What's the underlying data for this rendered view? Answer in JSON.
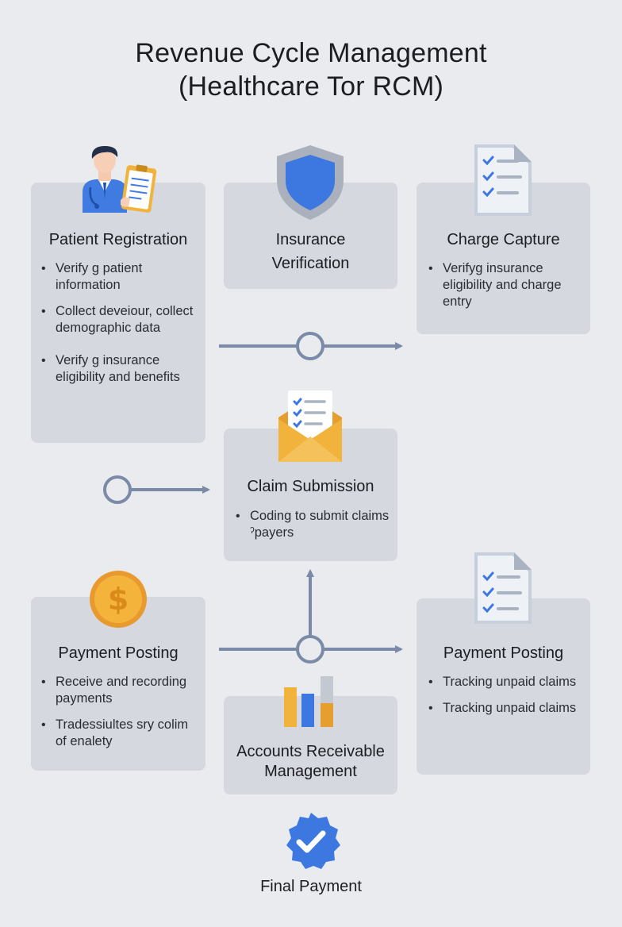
{
  "title_line1": "Revenue Cycle Management",
  "title_line2": "(Healthcare Tor RCM)",
  "steps": {
    "patient_registration": {
      "title": "Patient Registration",
      "bullets": [
        "Verify g patient information",
        "Collect deveiour, collect demographic data",
        "Verify g insurance eligibility and benefits"
      ]
    },
    "insurance_verification": {
      "title_line1": "Insurance",
      "title_line2": "Verification"
    },
    "charge_capture": {
      "title": "Charge Capture",
      "bullets": [
        "Verifyg insurance eligibility and charge entry"
      ]
    },
    "claim_submission": {
      "title": "Claim Submission",
      "bullets": [
        "Coding to submit claims ˀpayers"
      ]
    },
    "payment_posting_left": {
      "title": "Payment Posting",
      "bullets": [
        "Receive and recording payments",
        "Tradessiultes sry colim of enalety"
      ]
    },
    "payment_posting_right": {
      "title": "Payment Posting",
      "bullets": [
        "Tracking unpaid claims",
        "Tracking unpaid claims"
      ]
    },
    "accounts_receivable": {
      "title_line1": "Accounts Receivable",
      "title_line2": "Management"
    },
    "final_payment": {
      "title": "Final Payment"
    }
  },
  "icons": {
    "doctor": "doctor-with-clipboard-icon",
    "shield": "shield-icon",
    "checklist": "checklist-document-icon",
    "envelope": "envelope-with-checklist-icon",
    "coin": "dollar-coin-icon",
    "bar_chart": "bar-chart-icon",
    "badge": "verified-check-badge-icon"
  },
  "colors": {
    "background": "#e9ebef",
    "card": "#d5d8de",
    "connector": "#7b8aa6",
    "primary_blue": "#3d78e0",
    "gold": "#f2b33d",
    "orange": "#e99a2e"
  }
}
